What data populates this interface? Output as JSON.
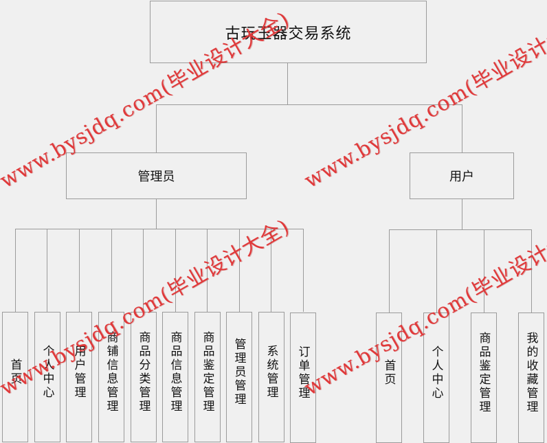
{
  "diagram": {
    "root": {
      "label": "古玩玉器交易系统"
    },
    "branches": [
      {
        "label": "管理员",
        "children": [
          "首页",
          "个人中心",
          "用户管理",
          "商铺信息管理",
          "商品分类管理",
          "商品信息管理",
          "商品鉴定管理",
          "管理员管理",
          "系统管理",
          "订单管理"
        ]
      },
      {
        "label": "用户",
        "children": [
          "首页",
          "个人中心",
          "商品鉴定管理",
          "我的收藏管理"
        ]
      }
    ]
  },
  "watermark": {
    "text": "www.bysjdq.com(毕业设计大全)",
    "color": "#e0393a"
  }
}
